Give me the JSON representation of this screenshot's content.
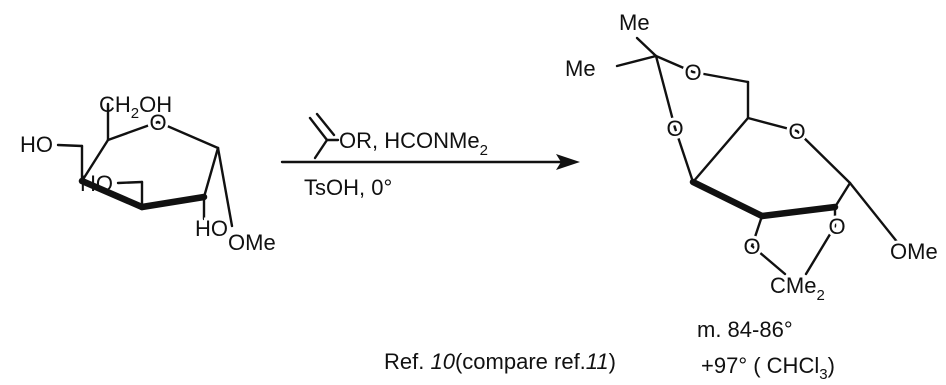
{
  "reactant": {
    "ring_oxygen": "O",
    "c6_group_prefix": "CH",
    "c6_group_subscript": "2",
    "c6_group_suffix": "OH",
    "c4_hydroxyl": "HO",
    "c3_hydroxyl": "HO",
    "c2_hydroxyl": "HO",
    "anomeric_group": "OMe"
  },
  "reagents": {
    "above_arrow_prefix": "OR, HCONMe",
    "above_arrow_subscript": "2",
    "below_arrow": "TsOH, 0°"
  },
  "product": {
    "methyl_top": "Me",
    "methyl_left": "Me",
    "acetal_oxygen_upper": "O",
    "acetal_oxygen_lower": "O",
    "ring_oxygen": "O",
    "o2_oxygen": "O",
    "o3_oxygen": "O",
    "isopropylidene_prefix": "CMe",
    "isopropylidene_subscript": "2",
    "anomeric_group": "OMe"
  },
  "notes": {
    "ref_prefix": "Ref.",
    "ref_number": "10",
    "compare_prefix": "(compare  ref.",
    "compare_number": "11",
    "compare_suffix": ")",
    "melting_point": "m. 84-86°",
    "rotation_prefix": "+97° ( CHCl",
    "rotation_subscript": "3",
    "rotation_suffix": ")"
  }
}
